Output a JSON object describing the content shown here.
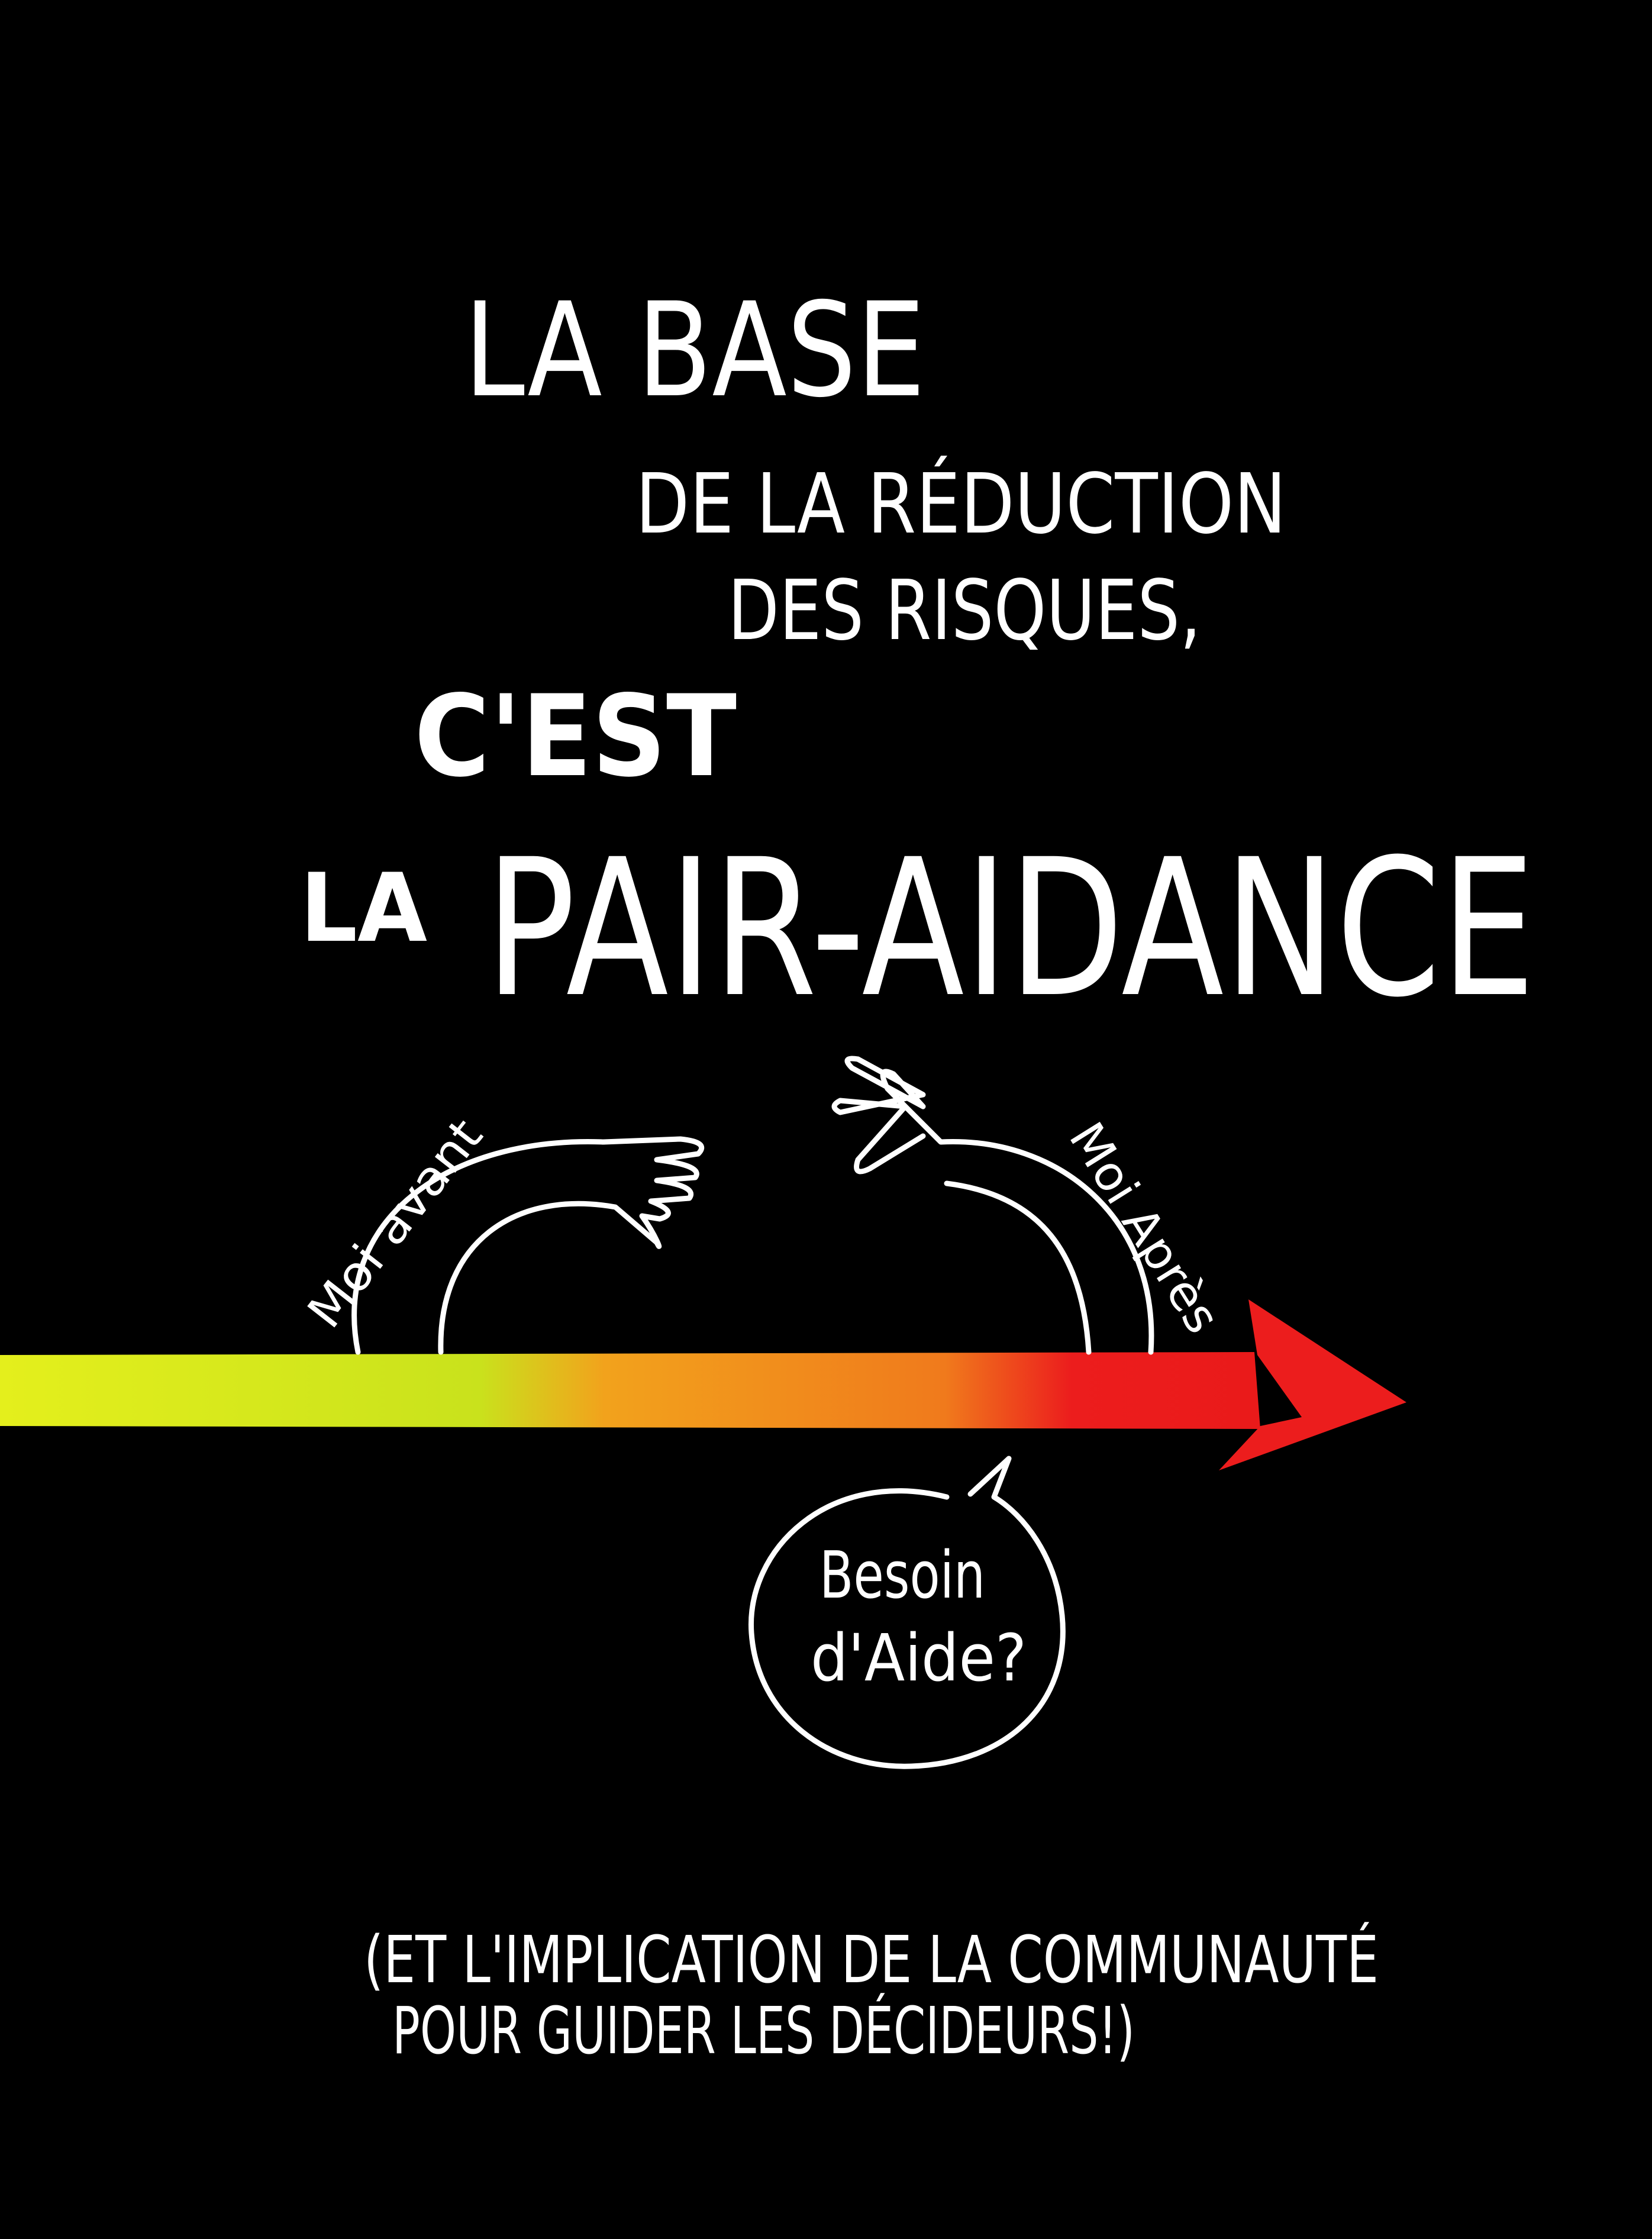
{
  "poster": {
    "title_line1": "LA BASE",
    "title_line2": "DE LA RÉDUCTION",
    "title_line3": "DES RISQUES,",
    "title_line4": "C'EST",
    "title_line5_prefix": "LA",
    "title_line5_main": "PAIR-AIDANCE",
    "label_before": "Moi avant",
    "label_after": "Moi Après",
    "bubble_line1": "Besoin",
    "bubble_line2": "d'Aide?",
    "footer_line1": "(ET L'IMPLICATION DE LA COMMUNAUTÉ",
    "footer_line2": "POUR GUIDER LES DÉCIDEURS!)"
  },
  "colors": {
    "background": "#000000",
    "text": "#ffffff",
    "arrow_start": "#e4ef1c",
    "arrow_mid": "#f2a21c",
    "arrow_end": "#ec1d1d"
  }
}
